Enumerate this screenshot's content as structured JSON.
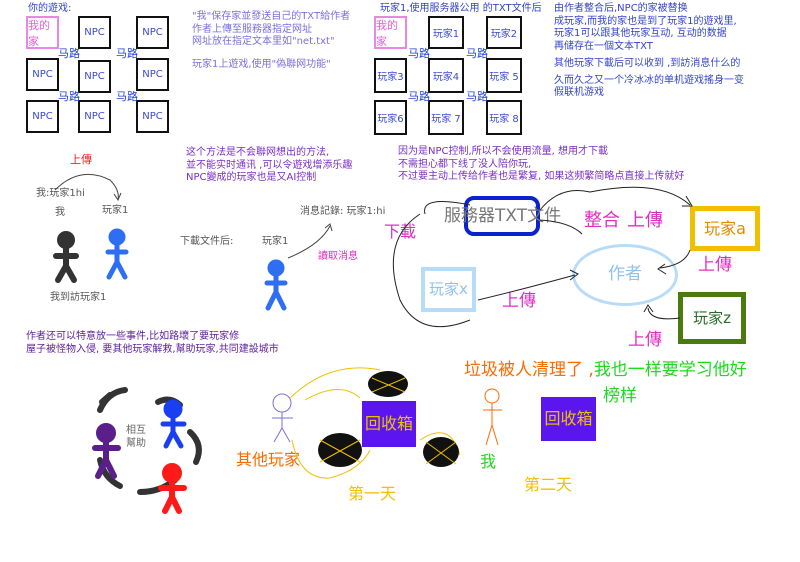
{
  "colors": {
    "blue": "#3344cc",
    "purple": "#7a2fc8",
    "pink": "#e02fc0",
    "orange": "#ff6a00",
    "green": "#1ed91e",
    "gold": "#f0c000",
    "red": "#ff1a1a",
    "lightblue": "#b8dcf8"
  },
  "left_grid": {
    "title": "你的遊戏:",
    "home": "我的家",
    "npc": "NPC",
    "road": "马路"
  },
  "note_top_middle": {
    "line1": "\"我\"保存家並發送自己的TXT給作者",
    "line2": "作者上傳至服務器指定网址",
    "line3": "网址放在指定文本里如\"net.txt\"",
    "line4": "玩家1上遊戏,使用\"偽聯网功能\""
  },
  "right_grid": {
    "title": "玩家1,使用服务器公用 的TXT文件后",
    "home": "我的家",
    "road": "马路",
    "players": [
      "玩家1",
      "玩家2",
      "玩家3",
      "玩家4",
      "玩家 5",
      "玩家6",
      "玩家 7",
      "玩家 8"
    ]
  },
  "note_top_right": {
    "line1": "由作者整合后,NPC的家被替换",
    "line2": "成玩家,而我的家也是到了玩家1的遊戏里,",
    "line3": "玩家1可以跟其他玩家互动, 互动的数据",
    "line4": "再储存在一個文本TXT",
    "line5": "其他玩家下載后可以收到 ,到訪消息什么的",
    "line6": "久而久之又一个冷冰冰的单机遊戏搖身一变",
    "line7": "假联机游戏"
  },
  "note_mid_left": {
    "line1": "这个方法是不会聯网想出的方法,",
    "line2": "並不能实时通讯 ,可以令遊戏增添乐趣",
    "line3": "NPC變成的玩家也是又AI控制"
  },
  "note_mid_right": {
    "line1": "因为是NPC控制,所以不会使用流量, 想用才下載",
    "line2": "不需担心都下线了没人陪你玩,",
    "line3": "不过要主动上传给作者也是繁复, 如果这频繁简略点直接上传就好"
  },
  "upload_section": {
    "upload": "上傳",
    "me_hi": "我:玩家1hi",
    "me": "我",
    "player1": "玩家1",
    "visited": "我到訪玩家1",
    "after_download": "下載文件后:",
    "player1_b": "玩家1",
    "message_log": "消息記錄: 玩家1:hi",
    "read_message": "讀取消息"
  },
  "flow": {
    "download": "下載",
    "server": "服務器TXT文件",
    "merge": "整合",
    "upload_top": "上傳",
    "player_a": "玩家a",
    "upload_a": "上傳",
    "author": "作者",
    "player_x": "玩家x",
    "upload_x": "上傳",
    "player_z": "玩家z",
    "upload_z": "上傳"
  },
  "note_bottom_left": {
    "line1": "作者还可以特意放一些事件,比如路壞了要玩家修",
    "line2": "屋子被怪物入侵, 要其他玩家解救,幫助玩家,共同建設城市"
  },
  "bottom_scene": {
    "mutual_help_1": "相互",
    "mutual_help_2": "幫助",
    "other_players": "其他玩家",
    "recycle_bin": "回收箱",
    "day_one": "第一天",
    "cleaned_a": "垃圾被人清理了 ,",
    "cleaned_b": "我也一样要学习他好",
    "role_model": "榜样",
    "me": "我",
    "day_two": "第二天"
  }
}
